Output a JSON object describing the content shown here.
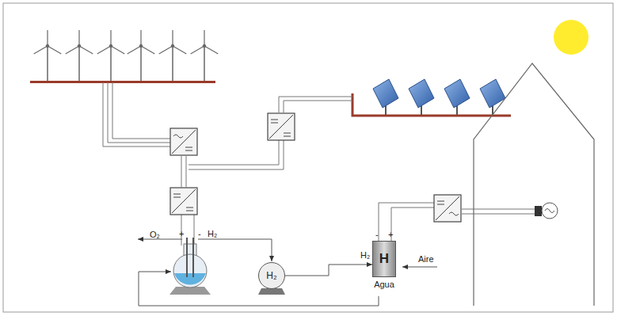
{
  "diagram": {
    "nodes": [
      {
        "text": [
          "H₂"
        ]
      },
      {
        "text": [
          "H",
          "Agua"
        ]
      }
    ],
    "edges": [
      {
        "from": 0,
        "to": 1,
        "arrow": "to"
      }
    ],
    "labels": [
      "O₂",
      "+",
      "-",
      "H₂",
      "-",
      "+",
      "H₂",
      "Aire"
    ]
  }
}
